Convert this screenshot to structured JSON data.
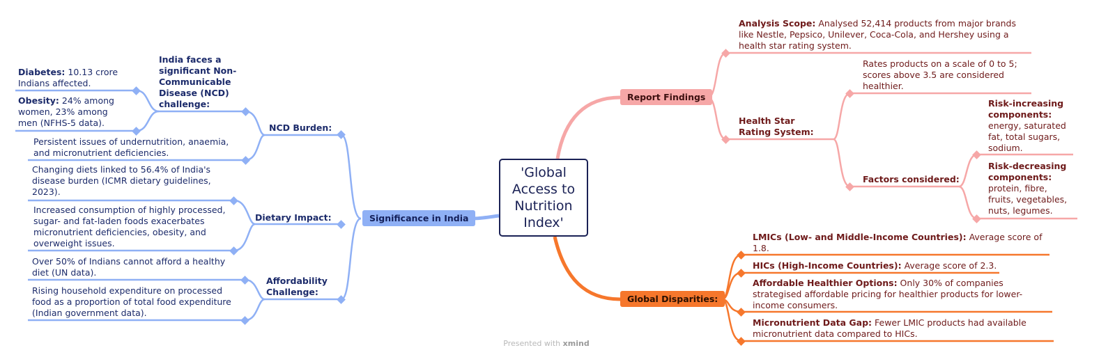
{
  "central_topic": "'Global Access to Nutrition Index'",
  "branches": {
    "significance": {
      "label": "Significance in India",
      "ncd": {
        "label": "NCD Burden:",
        "challenge": "India faces a significant Non-Communicable Disease (NCD) challenge:",
        "diabetes_title": "Diabetes:",
        "diabetes_text": " 10.13 crore Indians affected.",
        "obesity_title": "Obesity:",
        "obesity_text": " 24% among women, 23% among men (NFHS-5 data).",
        "undernutrition": "Persistent issues of undernutrition, anaemia, and micronutrient deficiencies."
      },
      "dietary": {
        "label": "Dietary Impact:",
        "diets": "Changing diets linked to 56.4% of India's disease burden (ICMR dietary guidelines, 2023).",
        "consumption": "Increased consumption of highly processed, sugar- and fat-laden foods exacerbates micronutrient deficiencies, obesity, and overweight issues."
      },
      "affordability": {
        "label": "Affordability Challenge:",
        "cannot_afford": "Over 50% of Indians cannot afford a healthy diet (UN data).",
        "expenditure": "Rising household expenditure on processed food as a proportion of total food expenditure (Indian government data)."
      }
    },
    "findings": {
      "label": "Report Findings",
      "scope_title": "Analysis Scope:",
      "scope_text": " Analysed 52,414 products from major brands like Nestle, Pepsico, Unilever, Coca-Cola, and Hershey using a health star rating system.",
      "hsr_label": "Health Star Rating System:",
      "rates": "Rates products on a scale of 0 to 5; scores above 3.5 are considered healthier.",
      "factors_label": "Factors considered:",
      "risk_inc_title": "Risk-increasing components:",
      "risk_inc_text": "energy, saturated fat, total sugars, sodium.",
      "risk_dec_title": "Risk-decreasing components:",
      "risk_dec_text": "protein, fibre, fruits, vegetables, nuts, legumes."
    },
    "disparities": {
      "label": "Global Disparities:",
      "lmics_title": "LMICs (Low- and Middle-Income Countries):",
      "lmics_text": " Average score of 1.8.",
      "hics_title": "HICs (High-Income Countries):",
      "hics_text": " Average score of 2.3.",
      "afford_title": "Affordable Healthier Options:",
      "afford_text": " Only 30% of companies strategised affordable pricing for healthier products for lower-income consumers.",
      "micro_title": "Micronutrient Data Gap:",
      "micro_text": " Fewer LMIC products had available micronutrient data compared to HICs."
    }
  },
  "footer": {
    "prefix": "Presented with ",
    "brand": "xmind"
  },
  "colors": {
    "blue": "#8fb0f5",
    "pink": "#f6a7a7",
    "orange": "#f6772c",
    "navy": "#1a2155"
  }
}
